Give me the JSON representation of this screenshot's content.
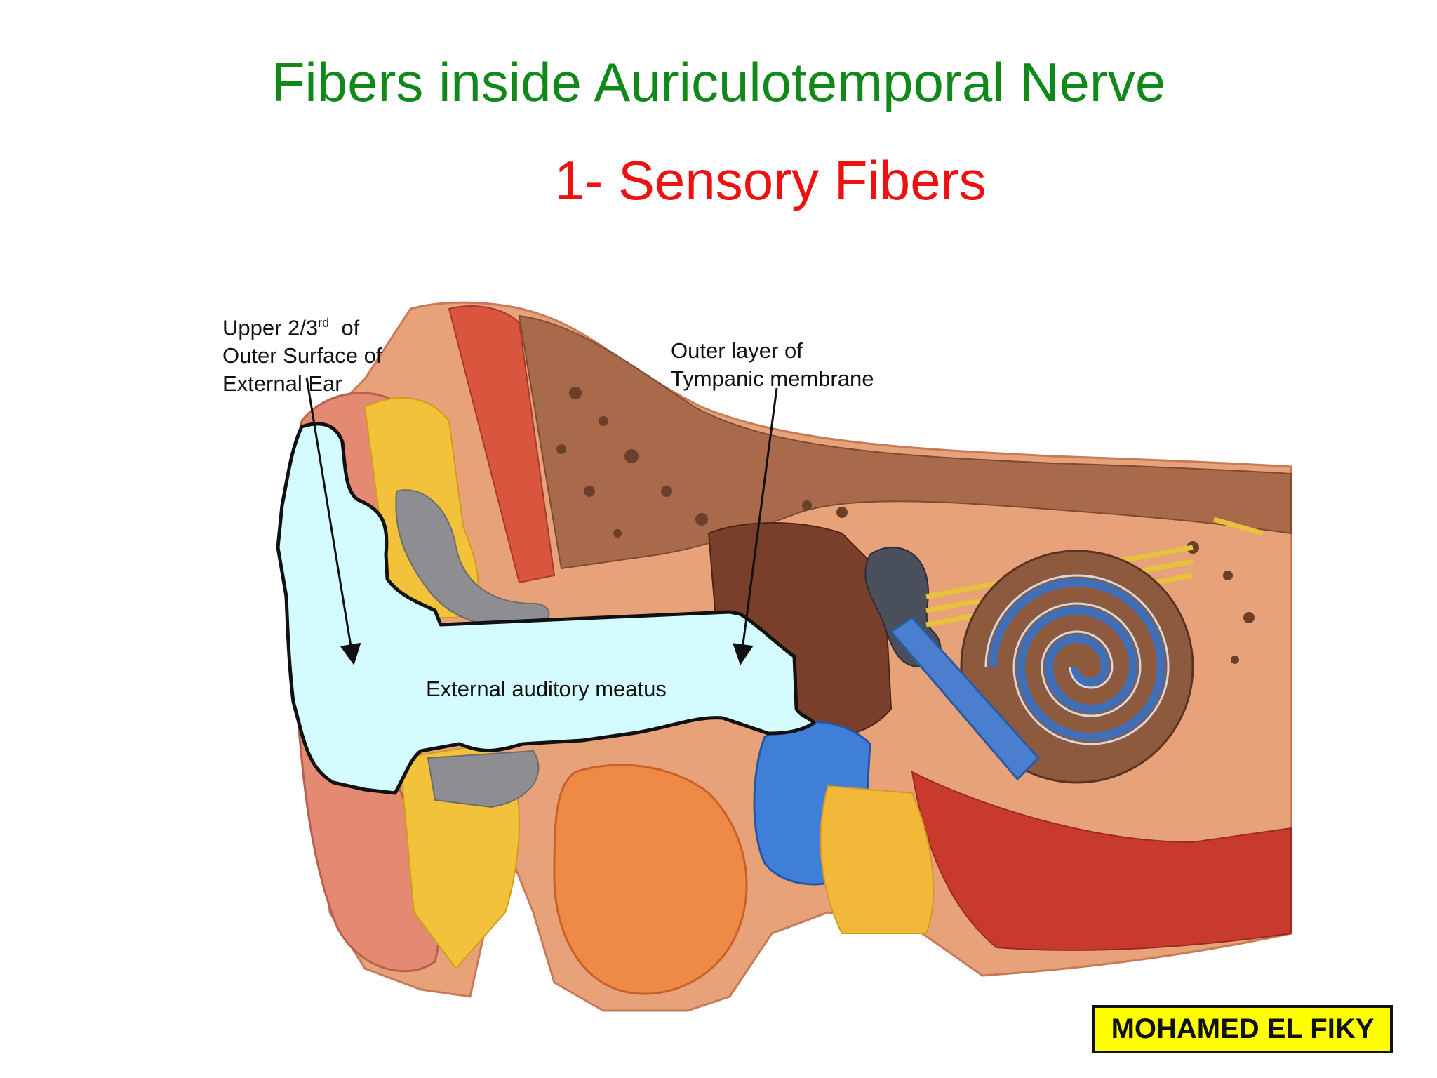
{
  "title": "Fibers inside Auriculotemporal Nerve",
  "subtitle": "1- Sensory Fibers",
  "labels": {
    "upper_line1_pre": "Upper 2/3",
    "upper_line1_sup": "rd",
    "upper_line1_post": "of",
    "upper_line2": "Outer Surface of",
    "upper_line3": "External Ear",
    "tympanic_line1": "Outer layer of",
    "tympanic_line2": "Tympanic membrane",
    "meatus": "External auditory meatus"
  },
  "brand": "MOHAMED EL FIKY",
  "colors": {
    "title": "#11891a",
    "subtitle": "#ee1111",
    "meatus_fill": "#d4fbfd",
    "brand_bg": "#ffff00"
  }
}
